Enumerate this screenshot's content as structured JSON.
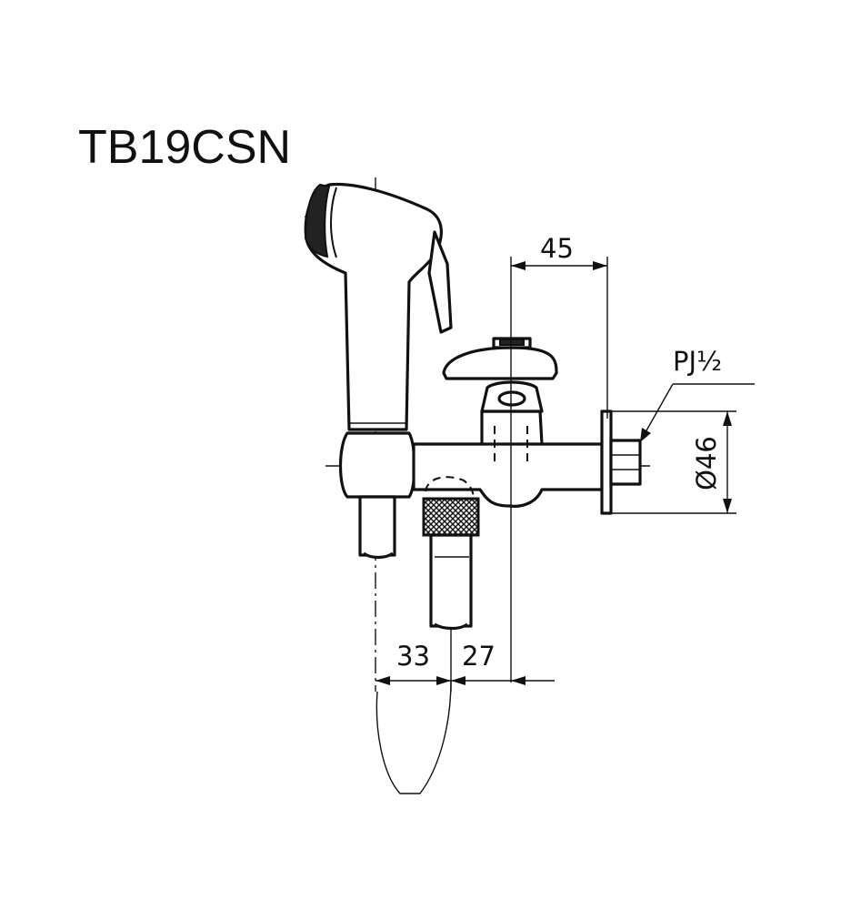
{
  "title": "TB19CSN",
  "dimensions": {
    "top_width": "45",
    "connection": "PJ½",
    "diameter": "Ø46",
    "left_offset": "33",
    "right_offset": "27"
  }
}
